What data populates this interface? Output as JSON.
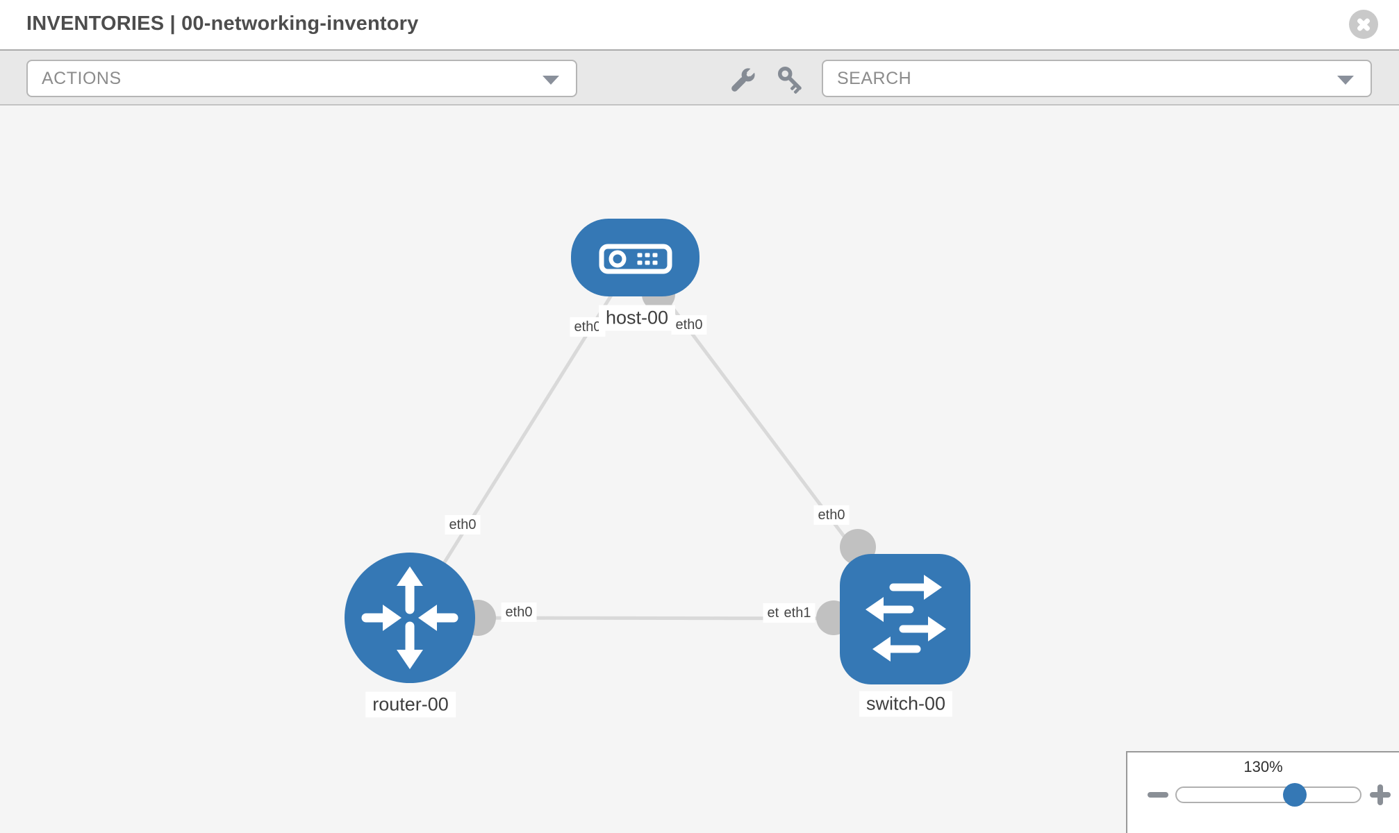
{
  "header": {
    "title": "INVENTORIES | 00-networking-inventory",
    "close_icon": "close-circle-icon"
  },
  "toolbar": {
    "actions_label": "ACTIONS",
    "search_placeholder": "SEARCH",
    "icons": [
      "wrench-icon",
      "key-icon"
    ]
  },
  "topology": {
    "nodes": [
      {
        "id": "host-00",
        "label": "host-00",
        "type": "host",
        "icon": "server-icon"
      },
      {
        "id": "router-00",
        "label": "router-00",
        "type": "router",
        "icon": "router-arrows-icon"
      },
      {
        "id": "switch-00",
        "label": "switch-00",
        "type": "switch",
        "icon": "switch-arrows-icon"
      }
    ],
    "links": [
      {
        "source": "host-00",
        "target": "router-00",
        "source_interface": "eth0",
        "target_interface": "eth0"
      },
      {
        "source": "host-00",
        "target": "switch-00",
        "source_interface": "eth0",
        "target_interface": "eth0"
      },
      {
        "source": "router-00",
        "target": "switch-00",
        "source_interface": "eth0",
        "target_interface": "eth1"
      }
    ]
  },
  "zoom_control": {
    "level": "130%"
  },
  "colors": {
    "node_blue": "#3578b5",
    "link_gray": "#d9d9d9",
    "endpoint_gray": "#c1c1c1",
    "toolbar_bg": "#e8e8e8",
    "canvas_bg": "#f5f5f5",
    "muted_text": "#8c8c8c",
    "title_text": "#4d4d4d"
  }
}
